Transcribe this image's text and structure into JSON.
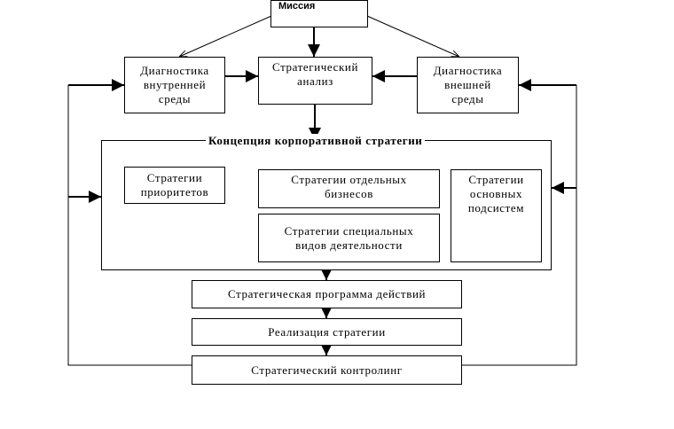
{
  "mission": "Миссия",
  "top_row": {
    "internal": "Диагностика\nвнутренней\nсреды",
    "analysis": "Стратегический\nанализ",
    "external": "Диагностика\nвнешней\nсреды"
  },
  "concept": {
    "title": "Концепция корпоративной стратегии",
    "priorities": "Стратегии\nприоритетов",
    "business": "Стратегии отдельных\nбизнесов",
    "special": "Стратегии специальных\nвидов деятельности",
    "subsystems": "Стратегии\nосновных\nподсистем"
  },
  "program": "Стратегическая программа действий",
  "implementation": "Реализация стратегии",
  "controlling": "Стратегический контролинг"
}
